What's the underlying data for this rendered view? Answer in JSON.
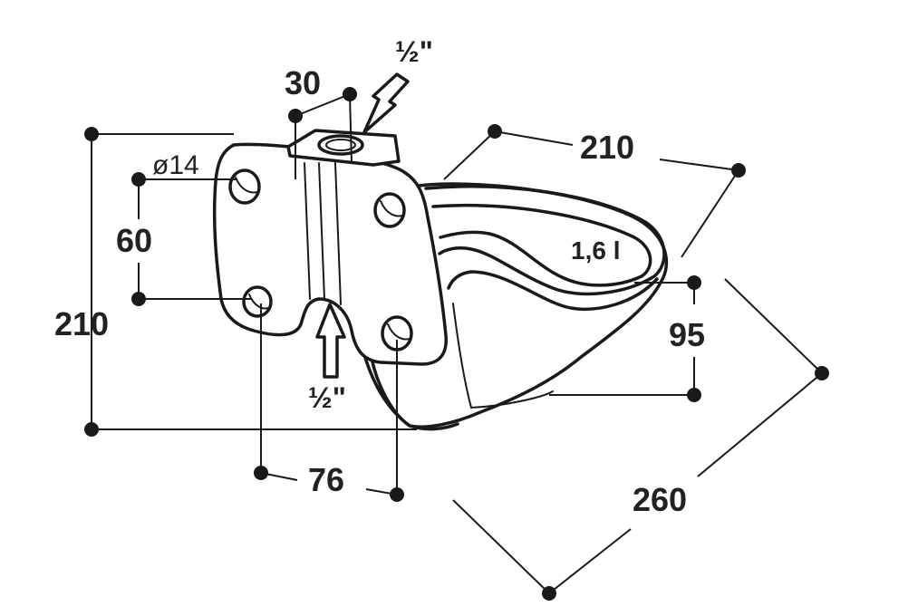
{
  "labels": {
    "inlet_top": "½\"",
    "inlet_bottom": "½\"",
    "bracket_width": "30",
    "hole_diameter": "ø14",
    "hole_spacing_vertical": "60",
    "total_height": "210",
    "bowl_width": "210",
    "capacity": "1,6 l",
    "bowl_depth": "95",
    "hole_spacing_horizontal": "76",
    "bowl_length": "260"
  },
  "colors": {
    "line": "#1a1a1a",
    "text": "#222222",
    "background": "#ffffff"
  }
}
